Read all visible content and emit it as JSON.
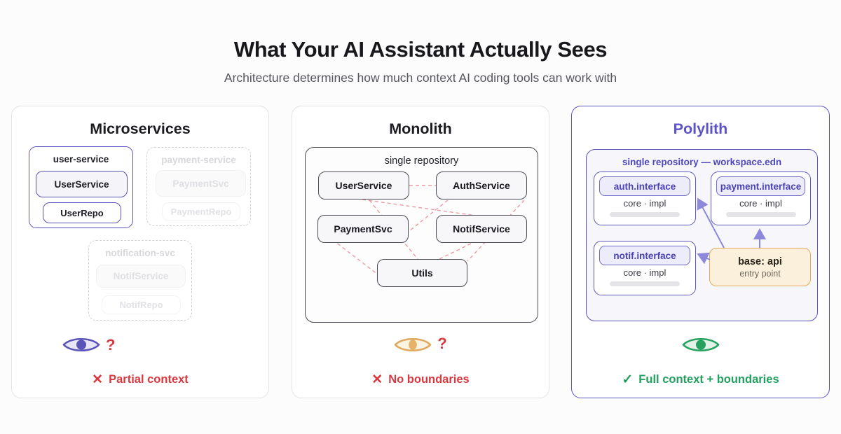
{
  "header": {
    "title": "What Your AI Assistant Actually Sees",
    "subtitle": "Architecture determines how much context AI coding tools can work with"
  },
  "microservices": {
    "title": "Microservices",
    "user_service": {
      "label": "user-service",
      "svc": "UserService",
      "repo": "UserRepo"
    },
    "payment_service": {
      "label": "payment-service",
      "svc": "PaymentSvc",
      "repo": "PaymentRepo"
    },
    "notification_svc": {
      "label": "notification-svc",
      "svc": "NotifService",
      "repo": "NotifRepo"
    },
    "question_mark": "?",
    "verdict_icon": "✕",
    "verdict": "Partial context"
  },
  "monolith": {
    "title": "Monolith",
    "repo_label": "single repository",
    "services": {
      "user": "UserService",
      "auth": "AuthService",
      "payment": "PaymentSvc",
      "notif": "NotifService",
      "utils": "Utils"
    },
    "question_mark": "?",
    "verdict_icon": "✕",
    "verdict": "No boundaries"
  },
  "polylith": {
    "title": "Polylith",
    "repo_label": "single repository — workspace.edn",
    "components": [
      {
        "name": "auth.interface",
        "sub": "core · impl"
      },
      {
        "name": "payment.interface",
        "sub": "core · impl"
      },
      {
        "name": "notif.interface",
        "sub": "core · impl"
      }
    ],
    "base": {
      "name": "base: api",
      "sub": "entry point"
    },
    "verdict_icon": "✓",
    "verdict": "Full context + boundaries"
  },
  "colors": {
    "accent_purple": "#5b54c1",
    "accent_red": "#d9383f",
    "accent_green": "#21a05f",
    "accent_amber": "#dfa85c",
    "ghost_gray": "#d7d7dc",
    "dependency_line": "#ec9ba3"
  }
}
